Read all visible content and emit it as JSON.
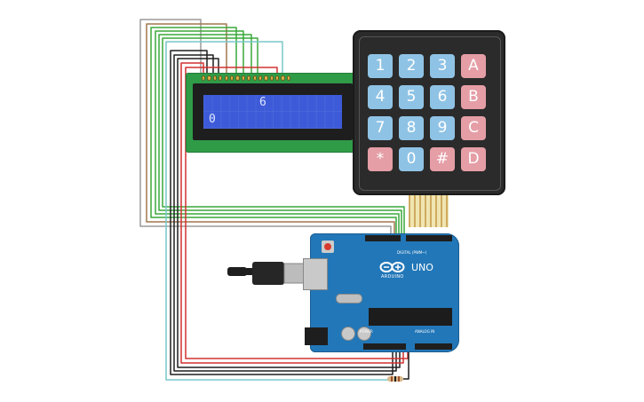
{
  "lcd": {
    "line1": "6",
    "line2": "0",
    "backlight_color": "#3d5bd8",
    "board_color": "#2f9b47"
  },
  "keypad": {
    "keys": [
      [
        "1",
        "2",
        "3",
        "A"
      ],
      [
        "4",
        "5",
        "6",
        "B"
      ],
      [
        "7",
        "8",
        "9",
        "C"
      ],
      [
        "*",
        "0",
        "#",
        "D"
      ]
    ],
    "number_key_color": "#8fc3e5",
    "letter_key_color": "#e59ea6"
  },
  "arduino": {
    "logo_text": "ARDUINO",
    "model_text": "UNO",
    "digital_label": "DIGITAL (PWM~)",
    "power_label": "POWER",
    "analog_label": "ANALOG IN",
    "board_color": "#2277b8"
  },
  "wires": {
    "colors": {
      "gray": "#9a9a9a",
      "brown": "#a0774f",
      "green": "#3aa83a",
      "cyan": "#79c7c9",
      "black": "#1f1f1f",
      "red": "#d23131"
    }
  }
}
